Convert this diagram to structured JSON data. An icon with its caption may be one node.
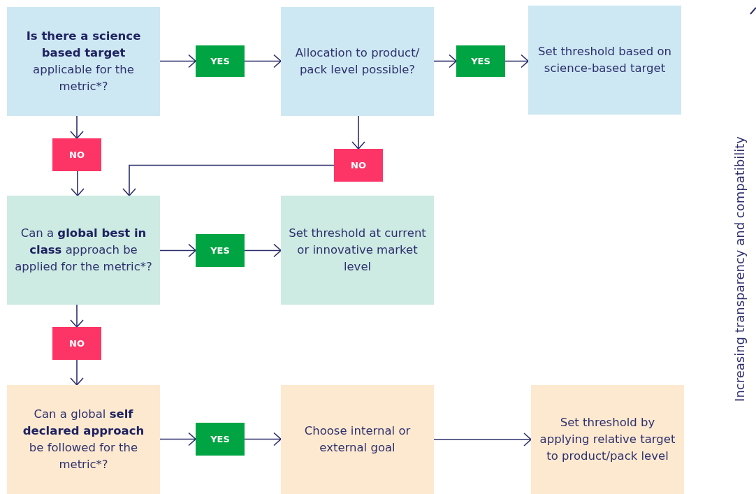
{
  "diagram": {
    "nodes": [
      {
        "text": [
          "**Is there a science based target** applicable for the metric*?"
        ]
      },
      {
        "text": [
          "YES"
        ]
      },
      {
        "text": [
          "Allocation to product/ pack level possible?"
        ]
      },
      {
        "text": [
          "YES"
        ]
      },
      {
        "text": [
          "Set threshold based on science-based target"
        ]
      },
      {
        "text": [
          "NO"
        ]
      },
      {
        "text": [
          "NO"
        ]
      },
      {
        "text": [
          "Can a **global best in class** approach be applied for the metric*?"
        ]
      },
      {
        "text": [
          "YES"
        ]
      },
      {
        "text": [
          "Set threshold at current or innovative market level"
        ]
      },
      {
        "text": [
          "NO"
        ]
      },
      {
        "text": [
          "Can a global **self declared approach** be followed for the metric*?"
        ]
      },
      {
        "text": [
          "YES"
        ]
      },
      {
        "text": [
          "Choose internal or external goal"
        ]
      },
      {
        "text": [
          "Set threshold by applying relative target to product/pack level"
        ]
      }
    ],
    "edges": [
      {
        "from": 0,
        "to": 1,
        "arrow": "to"
      },
      {
        "from": 1,
        "to": 2,
        "arrow": "to"
      },
      {
        "from": 2,
        "to": 3,
        "arrow": "to"
      },
      {
        "from": 3,
        "to": 4,
        "arrow": "to"
      },
      {
        "from": 0,
        "to": 5,
        "arrow": "to"
      },
      {
        "from": 5,
        "to": 7,
        "arrow": "to"
      },
      {
        "from": 2,
        "to": 6,
        "arrow": "to"
      },
      {
        "from": 6,
        "to": 7,
        "arrow": "to"
      },
      {
        "from": 7,
        "to": 8,
        "arrow": "to"
      },
      {
        "from": 8,
        "to": 9,
        "arrow": "to"
      },
      {
        "from": 7,
        "to": 10,
        "arrow": "to"
      },
      {
        "from": 10,
        "to": 11,
        "arrow": "to"
      },
      {
        "from": 11,
        "to": 12,
        "arrow": "to"
      },
      {
        "from": 12,
        "to": 13,
        "arrow": "to"
      },
      {
        "from": 13,
        "to": 14,
        "arrow": "to"
      }
    ],
    "labels": [
      "Increasing transparency and compatibility"
    ]
  }
}
